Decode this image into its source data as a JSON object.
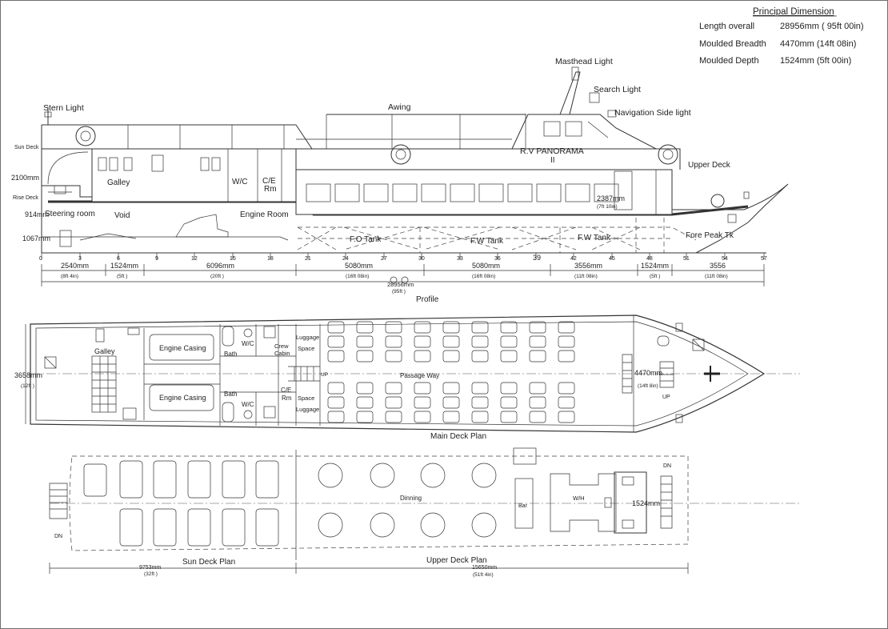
{
  "principal": {
    "heading": "Principal Dimension",
    "rows": [
      {
        "label": "Length overall",
        "value": "28956mm  ( 95ft 00in)"
      },
      {
        "label": "Moulded Breadth",
        "value": "4470mm  (14ft 08in)"
      },
      {
        "label": "Moulded Depth",
        "value": "1524mm  (5ft 00in)"
      }
    ]
  },
  "profile": {
    "title": "Profile",
    "vessel_name": "R.V  PANORAMA",
    "vessel_number": "II",
    "labels": {
      "masthead": "Masthead Light",
      "search": "Search Light",
      "navside": "Navigation Side light",
      "stern": "Stern Light",
      "awing": "Awing",
      "sundeck": "Sun Deck",
      "risedeck": "Rise Deck",
      "upperdeck": "Upper Deck",
      "galley": "Galley",
      "wc": "W/C",
      "ce": "C/E",
      "rm": "Rm",
      "steering": "Steering room",
      "void": "Void",
      "engine": "Engine Room",
      "fotank": "F.O Tank",
      "fwtank1": "F.W Tank",
      "fwtank2": "F.W Tank",
      "forepeak": "Fore Peak Tk",
      "h2100": "2100mm",
      "h914": "914mm",
      "h1067": "1067mm",
      "h2387": "2387mm",
      "h2387ft": "(7ft 10in)"
    },
    "frames": [
      "0",
      "3",
      "6",
      "9",
      "12",
      "15",
      "18",
      "21",
      "24",
      "27",
      "30",
      "33",
      "36",
      "39",
      "42",
      "45",
      "48",
      "51",
      "54",
      "57"
    ],
    "dims": [
      {
        "mm": "2540mm",
        "ft": "(8ft 4in)"
      },
      {
        "mm": "1524mm",
        "ft": "(5ft )"
      },
      {
        "mm": "6096mm",
        "ft": "(20ft )"
      },
      {
        "mm": "5080mm",
        "ft": "(16ft 08in)"
      },
      {
        "mm": "5080mm",
        "ft": "(16ft 08in)"
      },
      {
        "mm": "3556mm",
        "ft": "(11ft 08in)"
      },
      {
        "mm": "1524mm",
        "ft": "(5ft )"
      },
      {
        "mm": "3556",
        "ft": "(11ft 08in)"
      }
    ],
    "overall": {
      "mm": "28956mm",
      "ft": "(95ft )"
    }
  },
  "main_deck": {
    "title": "Main Deck Plan",
    "labels": {
      "galley": "Galley",
      "engcasing1": "Engine Casing",
      "engcasing2": "Engine Casing",
      "bath1": "Bath",
      "bath2": "Bath",
      "wc1": "W/C",
      "wc2": "W/C",
      "crew1": "Crew",
      "crew2": "Cabin",
      "ce1": "C/E",
      "ce2": "Rm",
      "lug1a": "Luggage",
      "lug1b": "Space",
      "lug2a": "Space",
      "lug2b": "Luggage",
      "passage": "Passage Way",
      "up1": "UP",
      "up2": "UP",
      "w3658": "3658mm",
      "w3658ft": "(12ft )",
      "w4470": "4470mm",
      "w4470ft": "(14ft 8in)"
    }
  },
  "upper_deck": {
    "sun_title": "Sun  Deck Plan",
    "upper_title": "Upper  Deck Plan",
    "labels": {
      "dinning": "Dinning",
      "bar": "Bar",
      "wh": "W/H",
      "dn1": "DN",
      "dn2": "DN",
      "w1524": "1524mm",
      "d9753": "9753mm",
      "d9753ft": "(32ft )",
      "d15650": "15650mm",
      "d15650ft": "(51ft  4in)"
    }
  }
}
